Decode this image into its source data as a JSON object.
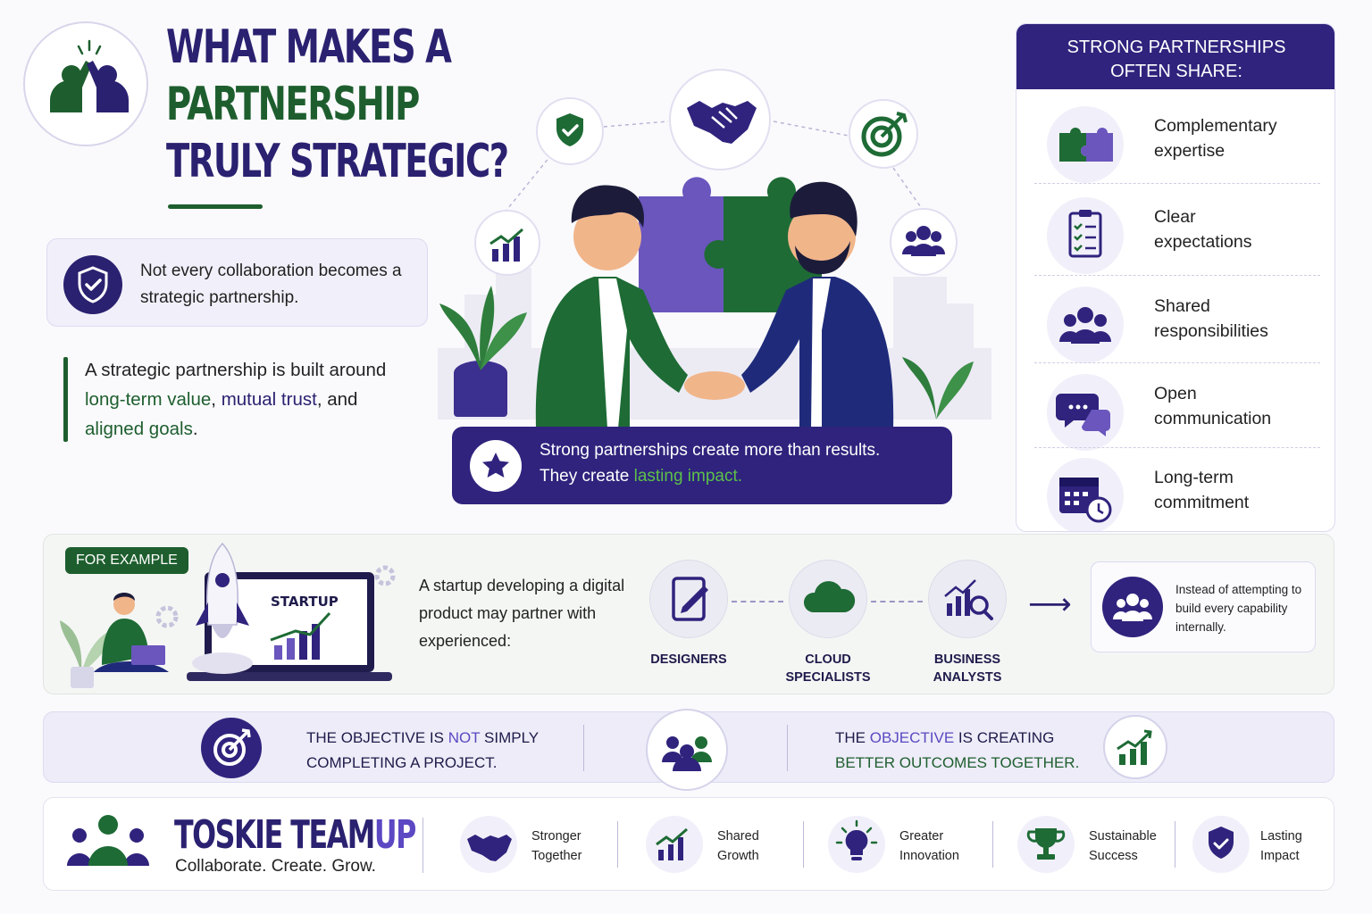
{
  "header": {
    "title_line1": "WHAT MAKES A",
    "title_line2": "PARTNERSHIP",
    "title_line3": "TRULY STRATEGIC?"
  },
  "intro": {
    "text": "Not every collaboration becomes a strategic partnership."
  },
  "definition": {
    "part1": "A strategic partnership is built around ",
    "term1": "long-term value",
    "sep1": ", ",
    "term2": "mutual trust",
    "sep2": ", and ",
    "term3": "aligned goals",
    "end": "."
  },
  "banner": {
    "line1": "Strong partnerships create more than results.",
    "line2_prefix": "They create ",
    "line2_highlight": "lasting impact."
  },
  "share_panel": {
    "heading_line1": "STRONG PARTNERSHIPS",
    "heading_line2": "OFTEN SHARE:",
    "items": [
      {
        "line1": "Complementary",
        "line2": "expertise",
        "icon": "puzzle-icon"
      },
      {
        "line1": "Clear",
        "line2": "expectations",
        "icon": "checklist-icon"
      },
      {
        "line1": "Shared",
        "line2": "responsibilities",
        "icon": "team-icon"
      },
      {
        "line1": "Open",
        "line2": "communication",
        "icon": "chat-icon"
      },
      {
        "line1": "Long-term",
        "line2": "commitment",
        "icon": "calendar-clock-icon"
      }
    ]
  },
  "example": {
    "badge": "FOR EXAMPLE",
    "screen_label": "STARTUP",
    "text": "A startup developing a digital product may partner with experienced:",
    "roles": [
      {
        "line1": "DESIGNERS",
        "line2": "",
        "icon": "tablet-pen-icon"
      },
      {
        "line1": "CLOUD",
        "line2": "SPECIALISTS",
        "icon": "cloud-icon"
      },
      {
        "line1": "BUSINESS",
        "line2": "ANALYSTS",
        "icon": "chart-magnifier-icon"
      }
    ],
    "card_text": "Instead of attempting to build every capability internally."
  },
  "objective": {
    "left_line1_a": "THE OBJECTIVE IS ",
    "left_line1_b": "NOT",
    "left_line1_c": " SIMPLY",
    "left_line2": "COMPLETING A PROJECT.",
    "right_line1_a": "THE ",
    "right_line1_b": "OBJECTIVE",
    "right_line1_c": " IS CREATING",
    "right_line2": "BETTER OUTCOMES TOGETHER."
  },
  "brand": {
    "name_a": "TOSKIE TEAM",
    "name_b": "UP",
    "tagline": "Collaborate. Create. Grow.",
    "values": [
      {
        "line1": "Stronger",
        "line2": "Together",
        "icon": "handshake-icon"
      },
      {
        "line1": "Shared",
        "line2": "Growth",
        "icon": "growth-chart-icon"
      },
      {
        "line1": "Greater",
        "line2": "Innovation",
        "icon": "lightbulb-icon"
      },
      {
        "line1": "Sustainable",
        "line2": "Success",
        "icon": "trophy-icon"
      },
      {
        "line1": "Lasting",
        "line2": "Impact",
        "icon": "shield-check-icon"
      }
    ]
  },
  "colors": {
    "navy": "#2a2170",
    "green": "#1e5e2e",
    "light_green": "#5cc04a"
  }
}
